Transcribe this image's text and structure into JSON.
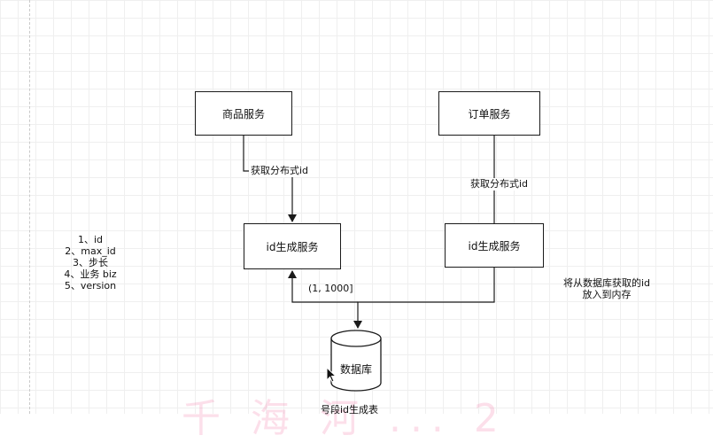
{
  "nodes": {
    "goods_service": "商品服务",
    "order_service": "订单服务",
    "id_service_left": "id生成服务",
    "id_service_right": "id生成服务",
    "database": "数据库"
  },
  "edges": {
    "left_label": "获取分布式id",
    "right_label": "获取分布式id",
    "range_label": "(1, 1000]"
  },
  "fields": [
    "1、id",
    "2、max_id",
    "3、步长",
    "4、业务 biz",
    "5、version"
  ],
  "note": [
    "将从数据库获取的id",
    "放入到内存"
  ],
  "caption": "号段id生成表",
  "watermark": "千 海 河 ... 2",
  "colors": {
    "line": "#1a1a1a",
    "grid": "#efefef",
    "watermark": "#f06ea0"
  }
}
